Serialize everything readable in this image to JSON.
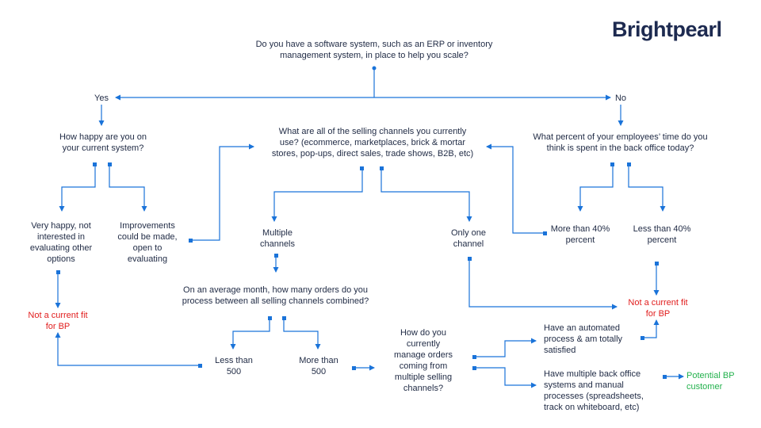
{
  "brand": {
    "logo_text": "Brightpearl"
  },
  "colors": {
    "connector": "#1a73d9",
    "text": "#1f2a44",
    "not_fit": "#e11d1d",
    "potential": "#22b14c"
  },
  "flow": {
    "q_software": "Do you have a software system, such as an ERP or inventory\nmanagement system, in place to help you scale?",
    "yes": "Yes",
    "no": "No",
    "q_happy": "How happy are you on\nyour current system?",
    "q_channels": "What are all of the selling channels you currently\nuse? (ecommerce, marketplaces, brick & mortar\nstores, pop-ups, direct sales, trade shows, B2B, etc)",
    "q_percent": "What percent of your employees’ time do you\nthink is spent in the back office today?",
    "a_very_happy": "Very happy, not\ninterested in\nevaluating other\noptions",
    "a_improvements": "Improvements\ncould be made,\nopen to\nevaluating",
    "a_multiple": "Multiple\nchannels",
    "a_only_one": "Only one\nchannel",
    "a_more40": "More than 40%\npercent",
    "a_less40": "Less than 40%\npercent",
    "not_fit_left": "Not a current fit\nfor BP",
    "not_fit_right": "Not a current fit\nfor BP",
    "q_orders": "On an average month, how many orders do you\nprocess between all selling channels combined?",
    "a_less500": "Less than\n500",
    "a_more500": "More than\n500",
    "q_manage": "How do you\ncurrently\nmanage orders\ncoming from\nmultiple selling\nchannels?",
    "a_automated": "Have an automated\nprocess & am totally\nsatisfied",
    "a_multiple_backoffice": "Have multiple back office\nsystems and manual\nprocesses (spreadsheets,\ntrack on whiteboard, etc)",
    "potential": "Potential BP\ncustomer"
  }
}
